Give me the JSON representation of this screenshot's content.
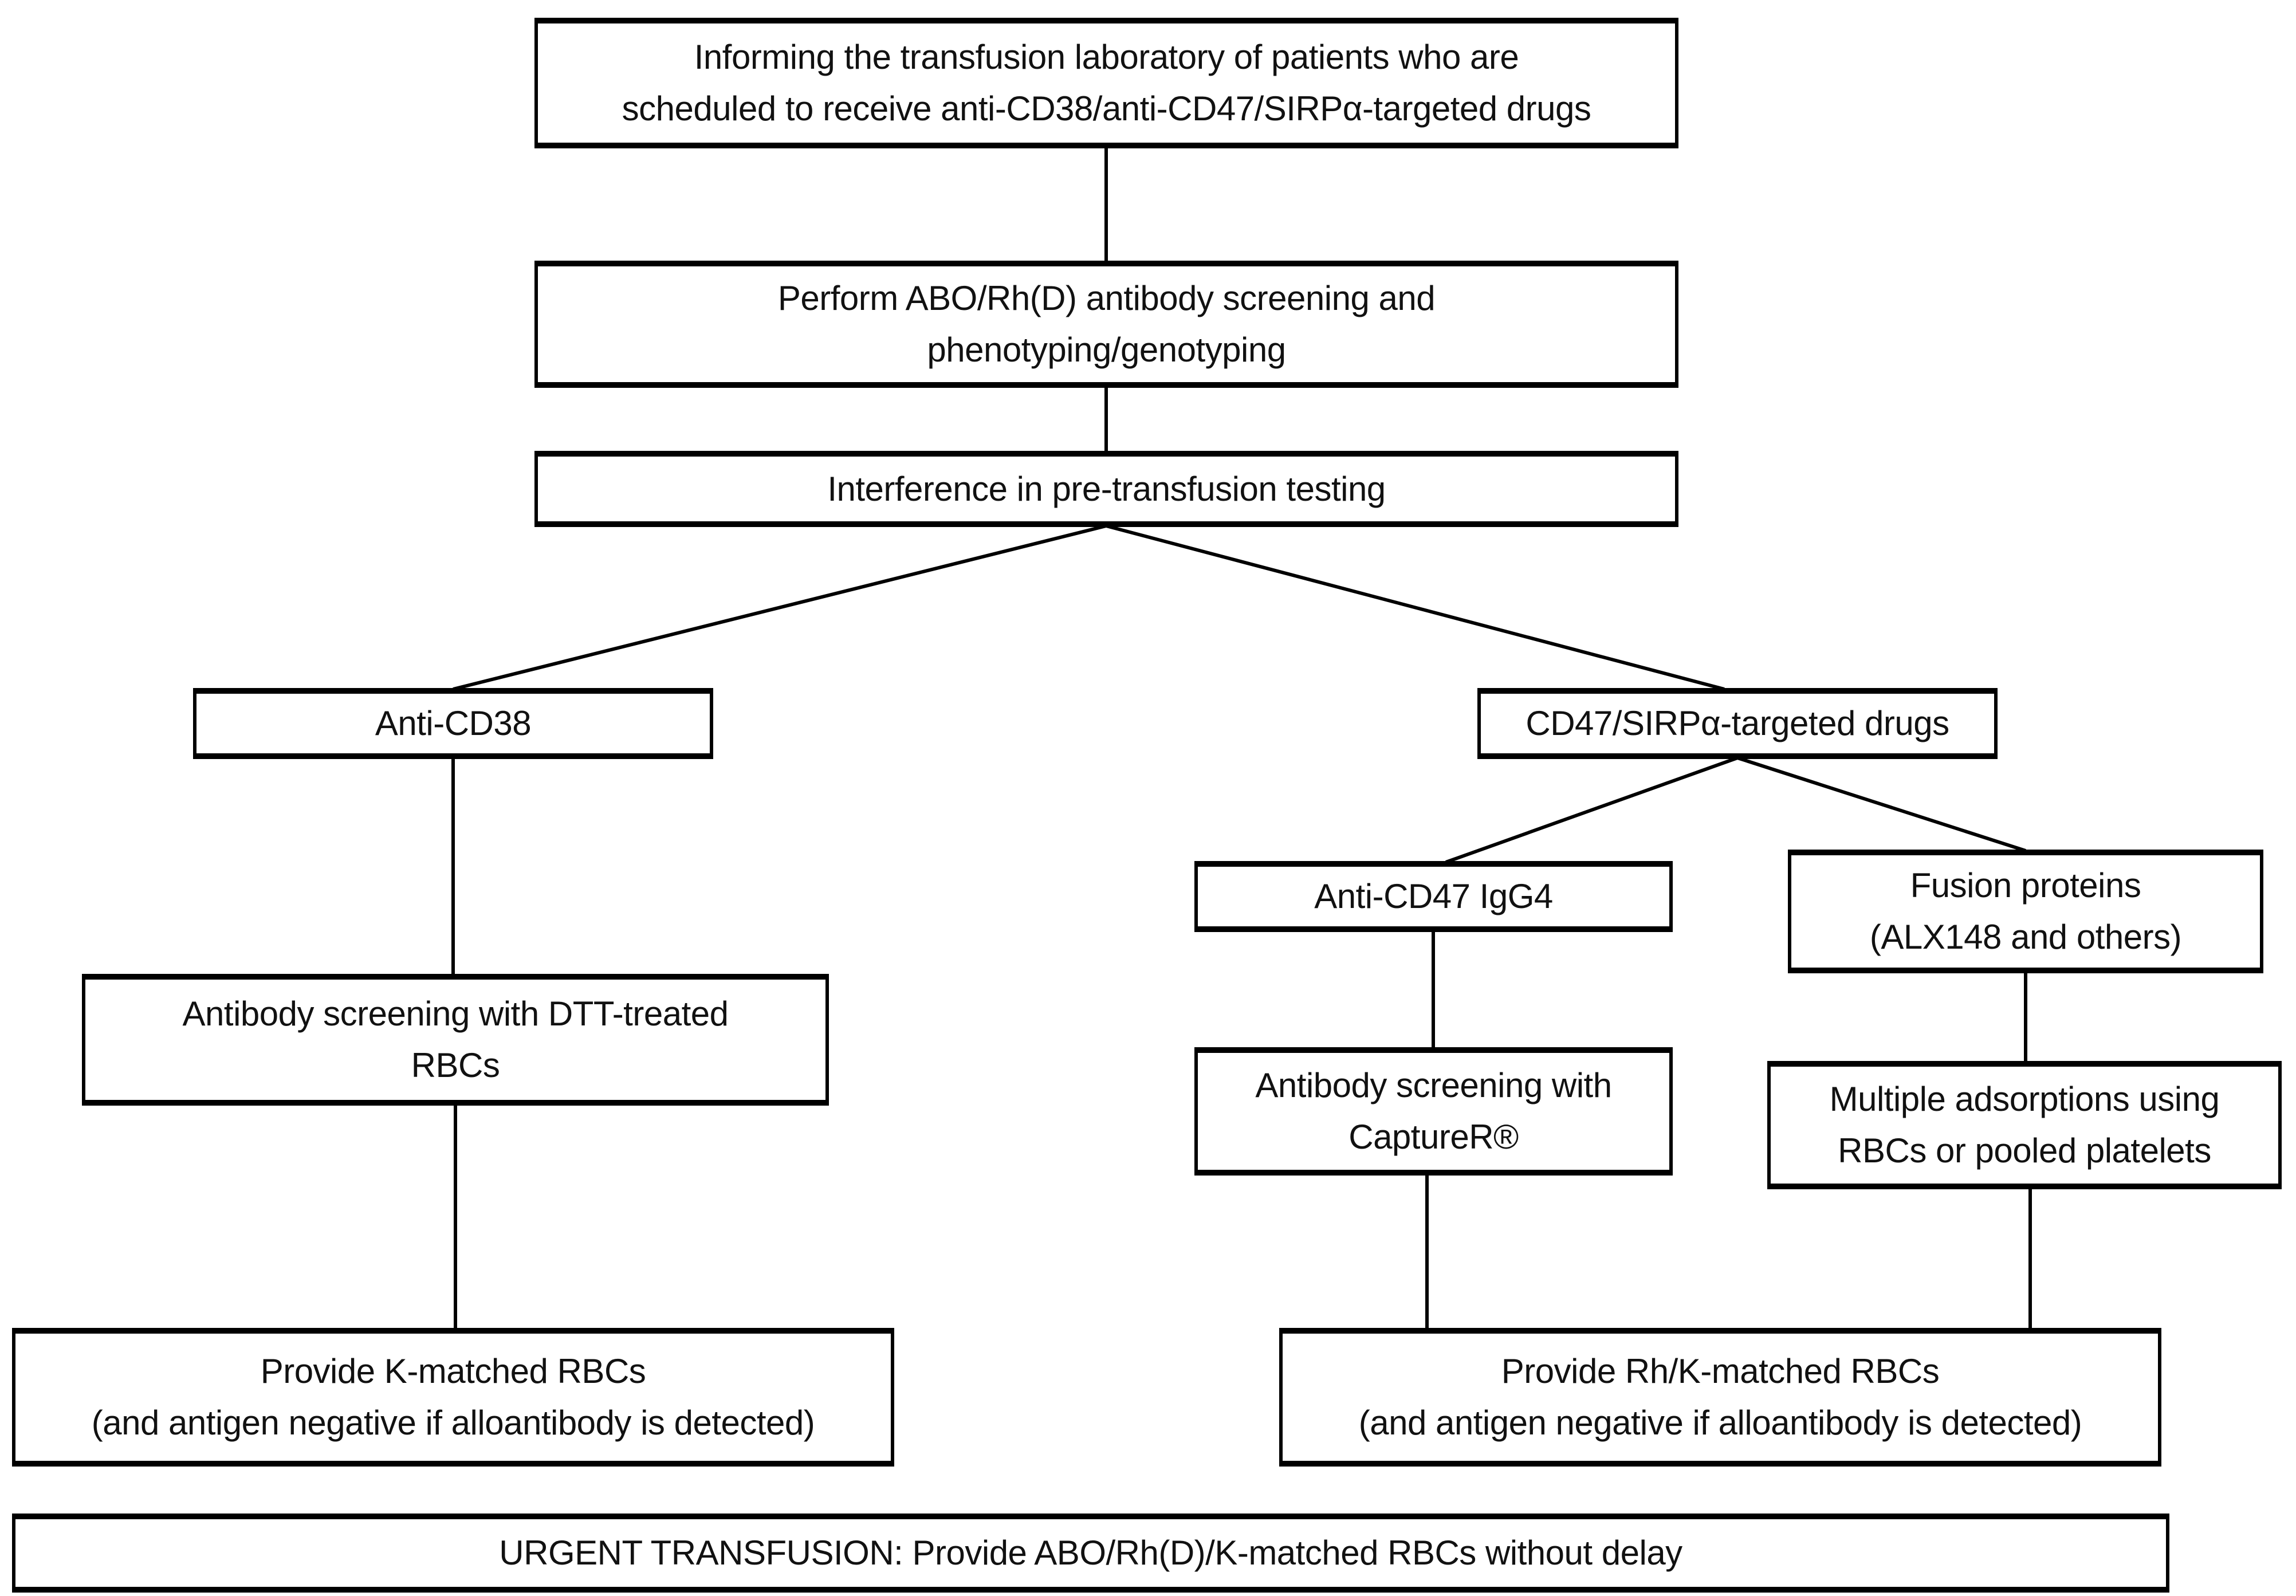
{
  "colors": {
    "ink": "#000000",
    "text": "#111111",
    "background": "#ffffff"
  },
  "nodes": {
    "inform": {
      "label": "Informing the transfusion laboratory of patients who are\nscheduled to receive anti-CD38/anti-CD47/SIRPα-targeted drugs"
    },
    "perform": {
      "label": "Perform ABO/Rh(D) antibody screening and\nphenotyping/genotyping"
    },
    "interference": {
      "label": "Interference in pre-transfusion testing"
    },
    "anti_cd38": {
      "label": "Anti-CD38"
    },
    "cd47": {
      "label": "CD47/SIRPα-targeted drugs"
    },
    "anti_cd47": {
      "label": "Anti-CD47 IgG4"
    },
    "fusion": {
      "label": "Fusion proteins\n(ALX148 and others)"
    },
    "dtt": {
      "label": "Antibody screening with DTT-treated\nRBCs"
    },
    "capturer": {
      "label": "Antibody screening with\nCaptureR®"
    },
    "adsorptions": {
      "label": "Multiple adsorptions using\nRBCs or pooled platelets"
    },
    "provide_k": {
      "label": "Provide K-matched RBCs\n(and antigen negative if alloantibody is detected)"
    },
    "provide_rhk": {
      "label": "Provide Rh/K-matched RBCs\n(and antigen negative if alloantibody is detected)"
    },
    "urgent": {
      "label": "URGENT TRANSFUSION: Provide ABO/Rh(D)/K-matched RBCs without delay"
    }
  }
}
